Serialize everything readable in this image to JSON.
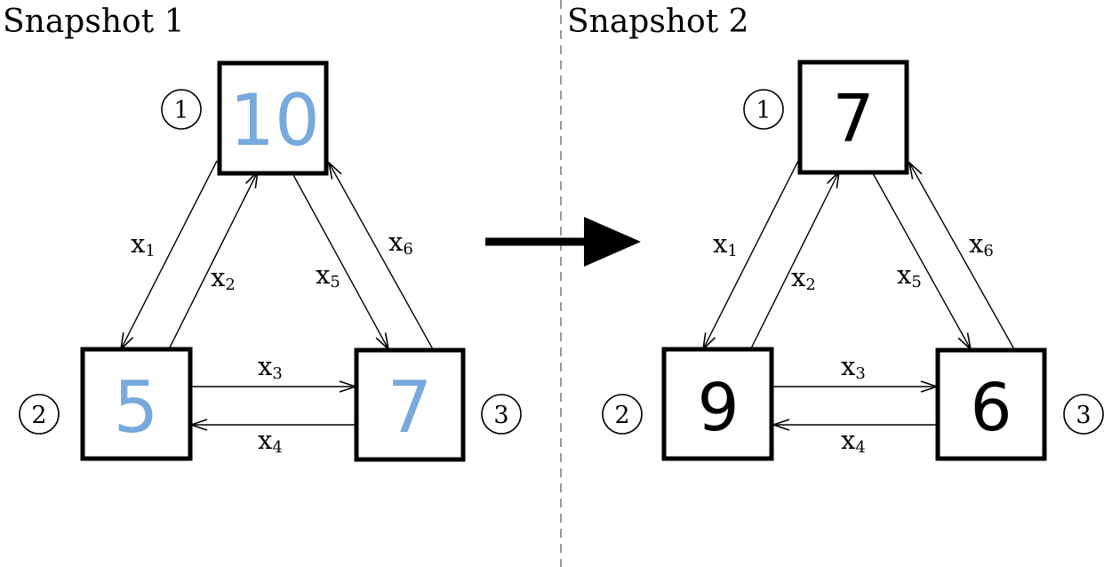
{
  "snapshots": [
    {
      "title": "Snapshot 1",
      "value_color": "#e0913a",
      "nodes": [
        {
          "id": "1",
          "label": "1",
          "value": "10"
        },
        {
          "id": "2",
          "label": "2",
          "value": "5"
        },
        {
          "id": "3",
          "label": "3",
          "value": "7"
        }
      ]
    },
    {
      "title": "Snapshot 2",
      "value_color": "#77a9dc",
      "nodes": [
        {
          "id": "1",
          "label": "1",
          "value": "7"
        },
        {
          "id": "2",
          "label": "2",
          "value": "9"
        },
        {
          "id": "3",
          "label": "3",
          "value": "6"
        }
      ]
    }
  ],
  "edges": [
    {
      "id": "x1",
      "base": "x",
      "sub": "1",
      "from": "1",
      "to": "2"
    },
    {
      "id": "x2",
      "base": "x",
      "sub": "2",
      "from": "2",
      "to": "1"
    },
    {
      "id": "x3",
      "base": "x",
      "sub": "3",
      "from": "2",
      "to": "3"
    },
    {
      "id": "x4",
      "base": "x",
      "sub": "4",
      "from": "3",
      "to": "2"
    },
    {
      "id": "x5",
      "base": "x",
      "sub": "5",
      "from": "1",
      "to": "3"
    },
    {
      "id": "x6",
      "base": "x",
      "sub": "6",
      "from": "3",
      "to": "1"
    }
  ],
  "arrow_between_snapshots": "right"
}
